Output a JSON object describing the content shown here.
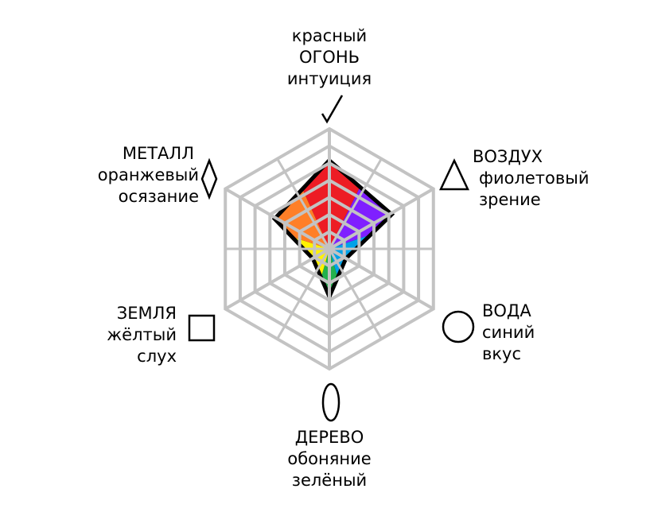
{
  "chart_data": {
    "type": "radar",
    "levels": 7,
    "axes": [
      {
        "key": "fire",
        "lines": [
          "красный",
          "ОГОНЬ",
          "интуиция"
        ],
        "value": 5,
        "color": "#ed1c24",
        "symbol": "check"
      },
      {
        "key": "air",
        "lines": [
          "ВОЗДУХ",
          "фиолетовый",
          "зрение"
        ],
        "value": 4,
        "color": "#7f1fff",
        "symbol": "triangle"
      },
      {
        "key": "water",
        "lines": [
          "ВОДА",
          "синий",
          "вкус"
        ],
        "value": 1,
        "color": "#00a2e8",
        "symbol": "circle"
      },
      {
        "key": "wood",
        "lines": [
          "ДЕРЕВО",
          "обоняние",
          "зелёный"
        ],
        "value": 2.5,
        "color": "#22b14c",
        "symbol": "ellipse"
      },
      {
        "key": "earth",
        "lines": [
          "ЗЕМЛЯ",
          "жёлтый",
          "слух"
        ],
        "value": 1,
        "color": "#fff200",
        "symbol": "square"
      },
      {
        "key": "metal",
        "lines": [
          "МЕТАЛЛ",
          "оранжевый",
          "осязание"
        ],
        "value": 3.5,
        "color": "#ff7f27",
        "symbol": "diamond"
      }
    ],
    "grid_color": "#c3c3c3",
    "outline_color": "#000000"
  }
}
